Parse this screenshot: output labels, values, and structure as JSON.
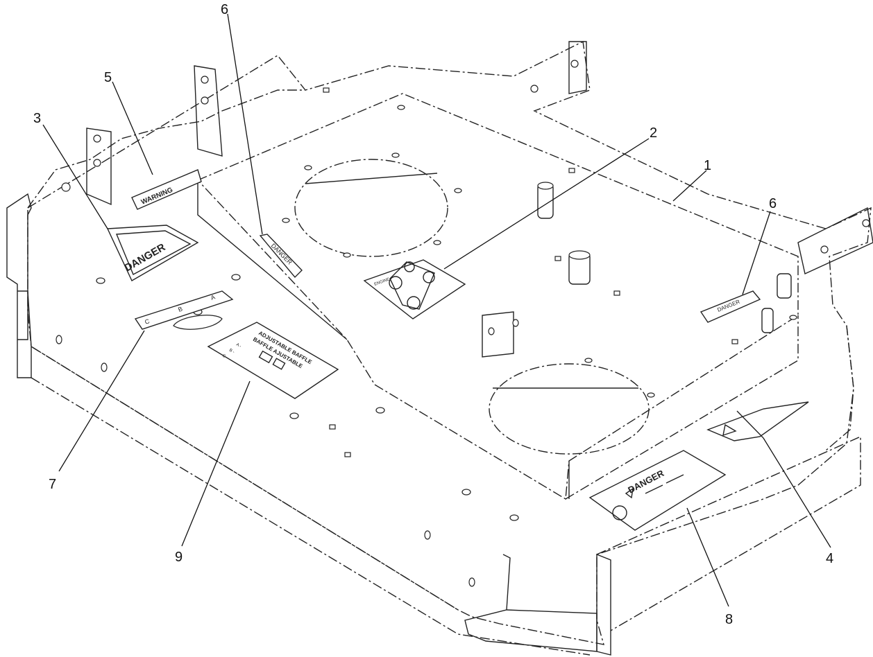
{
  "callouts": [
    "1",
    "2",
    "3",
    "4",
    "5",
    "6",
    "6",
    "7",
    "8",
    "9"
  ],
  "decals": {
    "warning_text": "WARNING",
    "danger_text": "DANGER",
    "baffle_title_1": "ADJUSTABLE BAFFLE",
    "baffle_title_2": "BAFFLE AJUSTABLE",
    "baffle_rows": [
      "A -",
      "B -",
      "C -"
    ],
    "slot_labels": [
      "A",
      "B",
      "C"
    ],
    "belt_decal_text": "ENGINE"
  }
}
